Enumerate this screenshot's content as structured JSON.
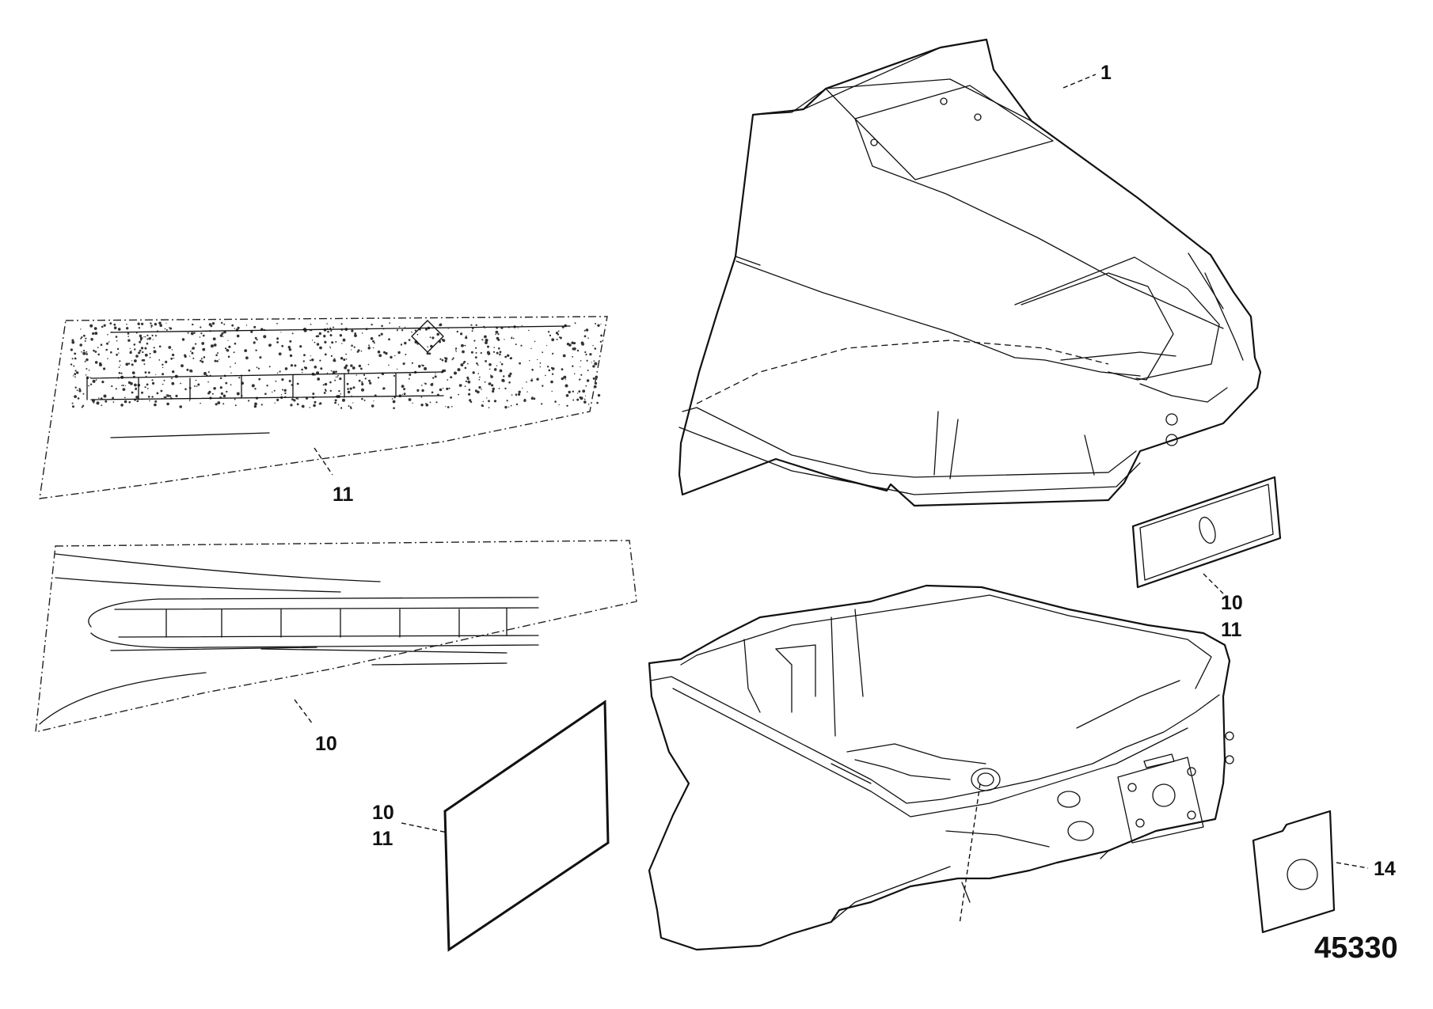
{
  "callouts": {
    "top_cowl": "1",
    "decal_fishhunt": "11",
    "decal_force": "10",
    "decal_plate_a": "10",
    "decal_plate_b": "11",
    "rear_plate_a": "10",
    "rear_plate_b": "11",
    "cover_plate": "14"
  },
  "drawing_number": "45330"
}
